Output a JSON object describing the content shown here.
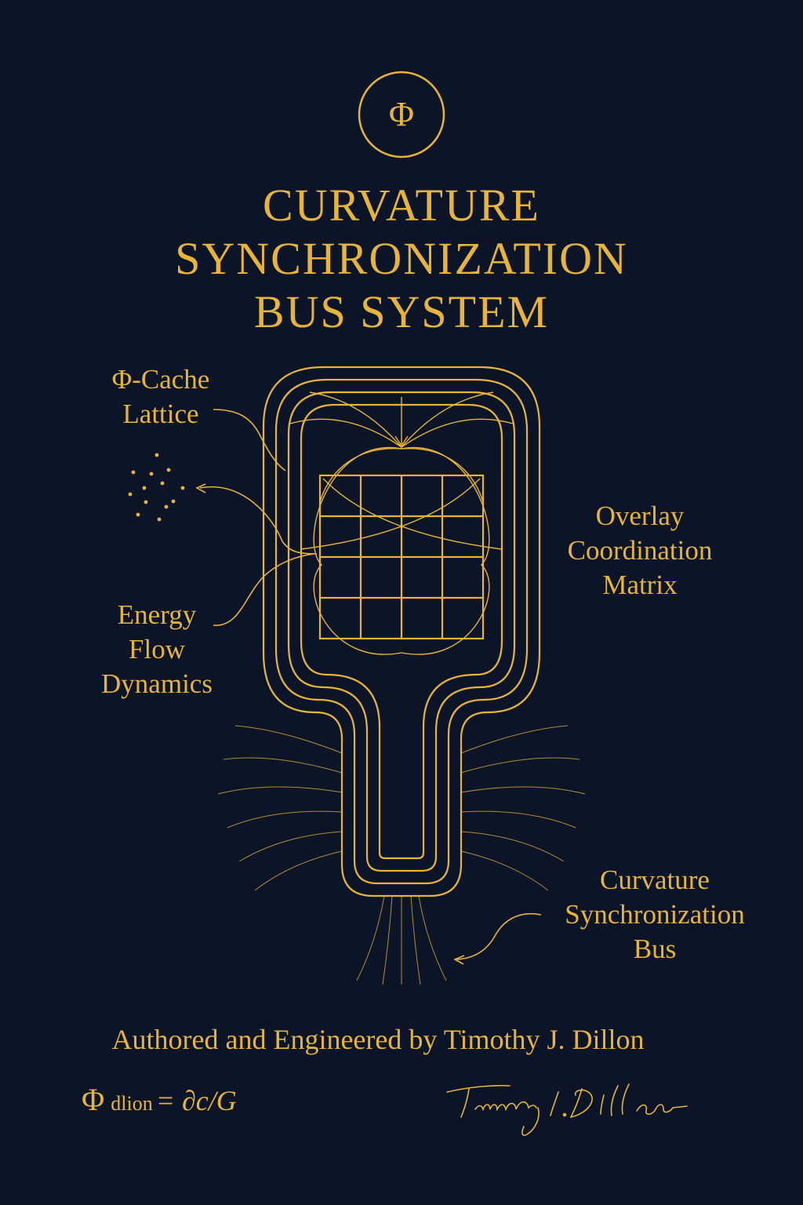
{
  "emblem": {
    "symbol": "Φ",
    "icon": "phi-emblem-icon"
  },
  "title": {
    "line1": "CURVATURE",
    "line2": "SYNCHRONIZATION",
    "line3": "BUS SYSTEM"
  },
  "labels": {
    "cache": [
      "Φ-Cache",
      "Lattice"
    ],
    "overlay": [
      "Overlay",
      "Coordination",
      "Matrix"
    ],
    "energy": [
      "Energy",
      "Flow",
      "Dynamics"
    ],
    "bus": [
      "Curvature",
      "Synchronization",
      "Bus"
    ]
  },
  "author": "Authored and Engineered by Timothy J. Dillon",
  "formula": {
    "phi": "Φ",
    "sub": "dlion",
    "rhs": "= ∂c/G"
  },
  "signature": "Timothy J. Dillon",
  "colors": {
    "background": "#0b1527",
    "gold": "#e8b437"
  }
}
